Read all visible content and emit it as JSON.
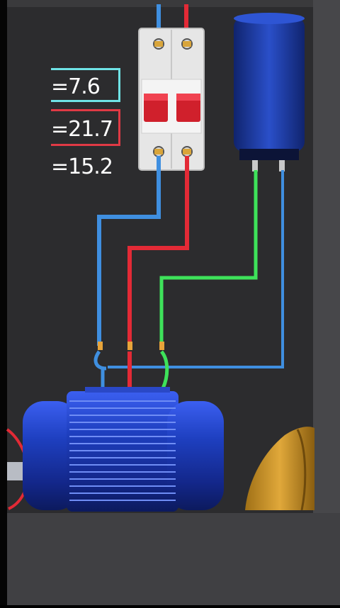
{
  "readings": [
    {
      "label": "=7.6",
      "color": "#6fe3e6"
    },
    {
      "label": "=21.7",
      "color": "#e03a45"
    },
    {
      "label": "=15.2",
      "color": "#ffffff"
    }
  ],
  "colors": {
    "background": "#3b3b3d",
    "panel": "#2e2e30",
    "wire_blue": "#3f8fe0",
    "wire_red": "#e32a36",
    "wire_green": "#3ee25a",
    "motor_blue": "#1e3fbf",
    "capacitor_blue": "#1d3fa8"
  },
  "components": {
    "breaker": "circuit-breaker",
    "capacitor": "capacitor",
    "motor": "electric-motor",
    "fan": "motor-fan"
  }
}
